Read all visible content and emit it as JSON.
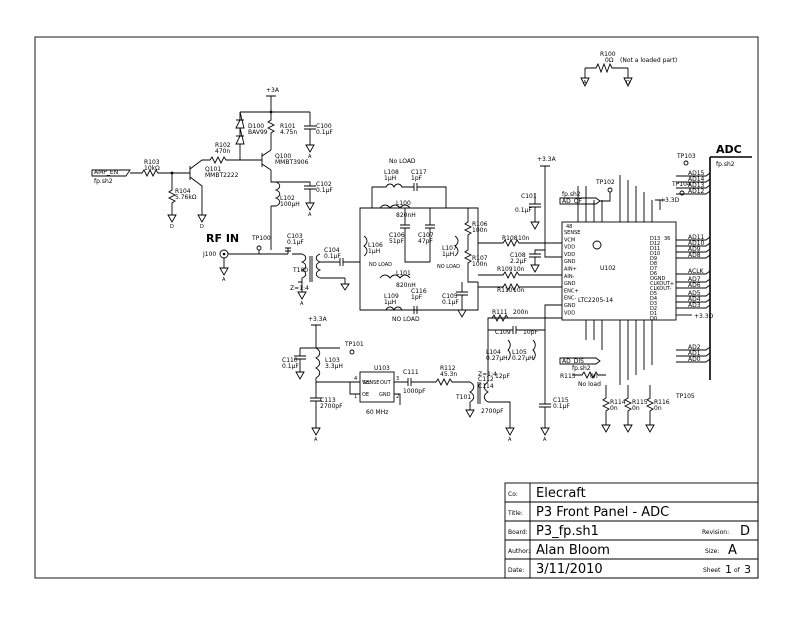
{
  "title_block": {
    "co_key": "Co:",
    "co": "Elecraft",
    "title_key": "Title:",
    "title": "P3 Front Panel - ADC",
    "board_key": "Board:",
    "board": "P3_fp.sh1",
    "revision_key": "Revision:",
    "revision": "D",
    "author_key": "Author:",
    "author": "Alan Bloom",
    "size_key": "Size:",
    "size": "A",
    "date_key": "Date:",
    "date": "3/11/2010",
    "sheet_key": "Sheet",
    "sheet": "1",
    "of_key": "of",
    "sheets": "3"
  },
  "ports": {
    "amp_en": "AMP_EN",
    "amp_en_sheet": "fp.sh2",
    "adc_bus": "ADC",
    "adc_sheet": "fp.sh2",
    "rf_in": "RF IN",
    "ad_of": "AD_OF",
    "ad_of_sheet": "fp.sh2",
    "ad_dis": "AD_DIS",
    "ad_dis_sheet": "fp.sh2"
  },
  "nets": {
    "p3a": "+3A",
    "p33a": "+3.3A",
    "p33d": "+3.3D",
    "z14": "Z=1:4",
    "z14b": "Z=1:4"
  },
  "parts": {
    "r100": "R100",
    "r100_val": "0Ω",
    "r100_note": "(Not a loaded part)",
    "d100": "D100",
    "d100_val": "BAV99",
    "r101": "R101",
    "r101_val": "4.75n",
    "c100": "C100",
    "c100_val": "0.1µF",
    "r102": "R102",
    "r102_val": "470n",
    "q100": "Q100",
    "q100_val": "MMBT3906",
    "r103": "R103",
    "r103_val": "10kΩ",
    "q101": "Q101",
    "q101_val": "MMBT2222",
    "r104": "R104",
    "r104_val": "5.76kΩ",
    "c102": "C102",
    "c102_val": "0.1µF",
    "l102": "L102",
    "l102_val": "100µH",
    "tp100": "TP100",
    "tp101": "TP101",
    "tp102": "TP102",
    "tp103": "TP103",
    "tp104": "TP104",
    "tp105": "TP105",
    "j100": "J100",
    "c103": "C103",
    "c103_val": "0.1µF",
    "t100": "T100",
    "c104": "C104",
    "c104_val": "0.1µF",
    "nl": "No LOAD",
    "nl2": "NO LOAD",
    "nl3": "NO LOAD",
    "nl4": "NO LOAD",
    "nl5": "NO LOAD",
    "l108": "L108",
    "l108_val": "1µH",
    "c117": "C117",
    "c117_val": "1pF",
    "l100": "L100",
    "l100_val": "820nH",
    "c106": "C106",
    "c106_val": "51pF",
    "c107": "C107",
    "c107_val": "47pF",
    "l106": "L106",
    "l106_val": "1µH",
    "l107": "L107",
    "l107_val": "1µH",
    "l101": "L101",
    "l101_val": "820nH",
    "l109": "L109",
    "l109_val": "1µH",
    "c116": "C116",
    "c116_val": "1pF",
    "r106": "R106",
    "r106_val": "100n",
    "r107": "R107",
    "r107_val": "100n",
    "c105": "C105",
    "c105_val": "0.1µF",
    "c101": "C101",
    "c101_val": "0.1µF",
    "r108": "R108",
    "r108_val": "10n",
    "c108": "C108",
    "c108_val": "2.2µF",
    "r109": "R109",
    "r109_val": "10n",
    "r110": "R110",
    "r110_val": "10n",
    "u102": "U102",
    "u102_val": "LTC2205-14",
    "r111": "R111",
    "r111_val": "200n",
    "c109": "C109",
    "c109_val": "10pF",
    "c110": "C110",
    "c110_val": "0.1µF",
    "l103": "L103",
    "l103_val": "3.3µH",
    "u103": "U103",
    "c111": "C111",
    "c111_val": "1000pF",
    "r112": "R112",
    "r112_val": "45.3n",
    "l104": "L104",
    "l104_val": "0.27µH",
    "l105": "L105",
    "l105_val": "0.27µH",
    "c112": "C112",
    "c112_val": "12pF",
    "c114": "C114",
    "c113": "C113",
    "c113_val": "2700pF",
    "c115": "C115",
    "c115_val": "0.1µF",
    "t101": "T101",
    "t101_val": "2700pF",
    "osc": "60 MHz",
    "r113": "R113",
    "r113_val": "0n",
    "r113_note": "No load",
    "r114": "R114",
    "r114_val": "0n",
    "r115": "R115",
    "r115_val": "0n",
    "r116": "R116",
    "r116_val": "0n",
    "r105": "+3.3D"
  },
  "u102_pins_right": [
    "AD15",
    "AD14",
    "AD13",
    "AD12",
    "AD11",
    "AD10",
    "AD9",
    "AD8",
    "ACLK",
    "AD7",
    "AD6",
    "AD5",
    "AD4",
    "AD3",
    "AD2",
    "AD1",
    "AD0"
  ],
  "u102_pins_left": [
    "SENSE",
    "VCM",
    "VDD",
    "VDD",
    "GND",
    "AIN+",
    "AIN-",
    "GND",
    "ENC+",
    "ENC-",
    "GND",
    "VDD"
  ],
  "u102_pins_inner": [
    "D13",
    "D12",
    "D11",
    "D10",
    "D9",
    "D8",
    "D7",
    "D6",
    "OGND",
    "CLKOUT+",
    "CLKOUT-",
    "D5",
    "D4",
    "D3",
    "D2",
    "D1",
    "D0"
  ],
  "u103_pins": [
    "Vcc",
    "OUT",
    "OE",
    "GND",
    "4",
    "3",
    "1",
    "2"
  ]
}
